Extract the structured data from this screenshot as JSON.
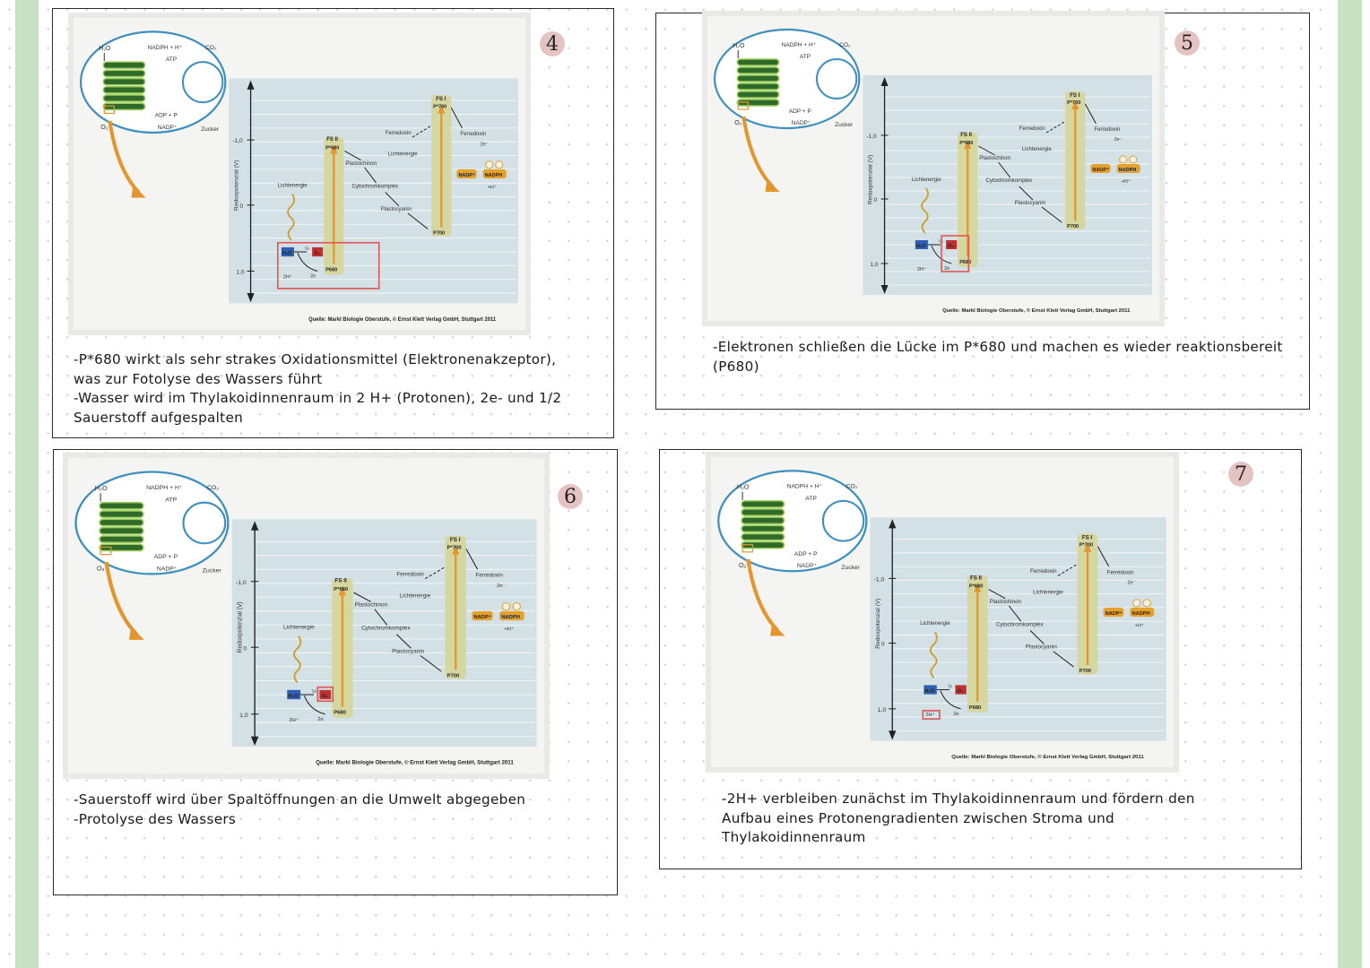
{
  "slides": [
    {
      "number": "4",
      "note": "-P*680 wirkt als sehr strakes Oxidationsmittel (Elektronenakzeptor),\nwas zur Fotolyse des Wassers führt\n-Wasser wird im Thylakoidinnenraum in 2 H+ (Protonen), 2e- und 1/2\nSauerstoff aufgespalten"
    },
    {
      "number": "5",
      "note": "-Elektronen schließen die Lücke im P*680 und machen es wieder reaktionsbereit\n(P680)"
    },
    {
      "number": "6",
      "note": "-Sauerstoff wird über Spaltöffnungen an die Umwelt abgegeben\n-Protolyse des Wassers"
    },
    {
      "number": "7",
      "note": "-2H+ verbleiben zunächst im Thylakoidinnenraum und fördern den\nAufbau eines Protonengradienten zwischen Stroma und\nThylakoidinnenraum"
    }
  ],
  "figure": {
    "h2o": "H₂O",
    "o2": "O₂",
    "nadph_h": "NADPH + H⁺",
    "atp": "ATP",
    "co2": "CO₂",
    "adp_p": "ADP + P",
    "nadp": "NADP⁺",
    "zucker": "Zucker",
    "ylabel": "Redoxpotenzial (V)",
    "tick_neg": "-1,0",
    "tick_zero": "0",
    "tick_pos": "1,0",
    "fs2": "FS II",
    "p680_excited": "P*680",
    "p680": "P680",
    "fs1": "FS I",
    "p700_excited": "P*700",
    "p700": "P700",
    "ferredoxin_grey": "Ferredoxin",
    "ferredoxin": "Ferredoxin",
    "lichtenergie": "Lichtenergie",
    "plastochinon": "Plastochinon",
    "cytochromkomplex": "Cytochromkomplex",
    "plastocyanin": "Plastocyanin",
    "nadp_box": "NADP⁺",
    "nadph_box": "NADPH",
    "plus_h": "+H⁺",
    "two_e": "2e⁻",
    "two_e_small": "2e",
    "h2o_box": "H₂O",
    "half_o2": "½",
    "o2_box": "O₂",
    "two_h": "2H⁺",
    "source": "Quelle: Markl Biologie Oberstufe, © Ernst Klett Verlag GmbH, Stuttgart 2011"
  },
  "colors": {
    "margin_green": "#c7e2c3",
    "badge_pink": "#e5c3c3",
    "thylakoid_green": "#2f6a2a",
    "highlight_red": "#e05858",
    "arrow_orange": "#e3962e",
    "panel_blue": "#d3e0e5",
    "column_olive": "#d6d6a0"
  }
}
